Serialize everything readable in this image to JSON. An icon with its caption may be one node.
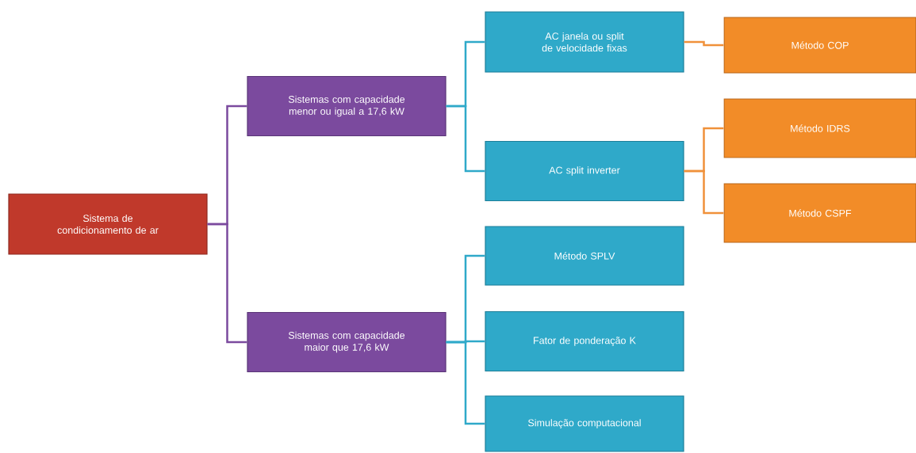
{
  "diagram": {
    "nodes": [
      {
        "text": [
          "Sistema de condicionamento de ar"
        ]
      },
      {
        "text": [
          "Sistemas com capacidade menor ou igual a 17,6 kW"
        ]
      },
      {
        "text": [
          "Sistemas com capacidade maior que 17,6 kW"
        ]
      },
      {
        "text": [
          "AC janela ou split de velocidade fixas"
        ]
      },
      {
        "text": [
          "AC split inverter"
        ]
      },
      {
        "text": [
          "Método SPLV"
        ]
      },
      {
        "text": [
          "Fator de ponderação K"
        ]
      },
      {
        "text": [
          "Simulação computacional"
        ]
      },
      {
        "text": [
          "Método COP"
        ]
      },
      {
        "text": [
          "Método IDRS"
        ]
      },
      {
        "text": [
          "Método CSPF"
        ]
      }
    ],
    "edges": [
      {
        "from": 0,
        "to": 1,
        "arrow": "none",
        "color": "#7b4a9e"
      },
      {
        "from": 0,
        "to": 2,
        "arrow": "none",
        "color": "#7b4a9e"
      },
      {
        "from": 1,
        "to": 3,
        "arrow": "none"
      },
      {
        "from": 1,
        "to": 4,
        "arrow": "none"
      },
      {
        "from": 2,
        "to": 5,
        "arrow": "none"
      },
      {
        "from": 2,
        "to": 6,
        "arrow": "none"
      },
      {
        "from": 2,
        "to": 7,
        "arrow": "none"
      },
      {
        "from": 3,
        "to": 8,
        "arrow": "none",
        "color": "#f0913a"
      },
      {
        "from": 4,
        "to": 9,
        "arrow": "none",
        "color": "#f0913a"
      },
      {
        "from": 4,
        "to": 10,
        "arrow": "none",
        "color": "#f0913a"
      }
    ]
  }
}
